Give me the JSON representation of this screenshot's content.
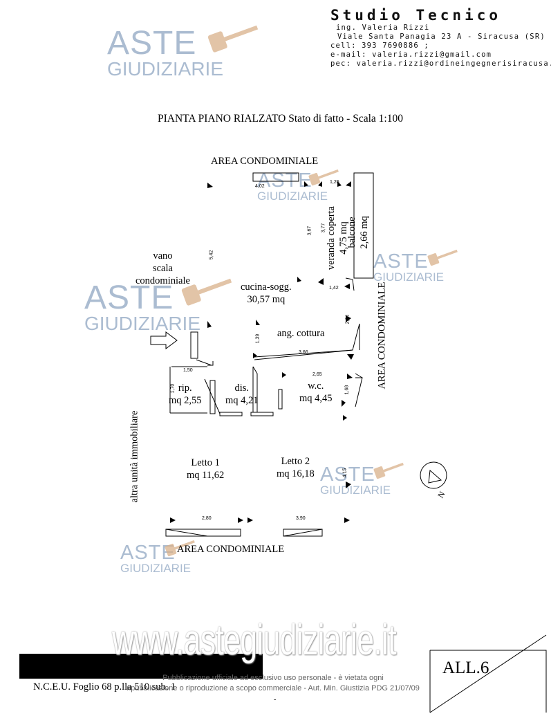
{
  "header": {
    "studio_title": "Studio Tecnico",
    "engineer": "ing. Valeria Rizzi",
    "address": "Viale Santa Panagia 23 A - Siracusa (SR)",
    "cell": "cell: 393 7690886 ;",
    "email": "e-mail: valeria.rizzi@gmail.com",
    "pec": "pec: valeria.rizzi@ordineingegnerisiracusa.it"
  },
  "watermark": {
    "line1": "ASTE",
    "line2": "GIUDIZIARIE",
    "site": "www.astegiudiziarie.it",
    "notice_line1": "Pubblicazione ufficiale ad esclusivo uso personale - è vietata ogni",
    "notice_line2": "ripubblicazione o riproduzione a scopo commerciale - Aut. Min. Giustizia PDG 21/07/09"
  },
  "plan": {
    "title": "PIANTA PIANO RIALZATO Stato di fatto - Scala 1:100",
    "area_top": "AREA CONDOMINIALE",
    "area_right": "AREA CONDOMINIALE",
    "area_bottom": "AREA CONDOMINIALE",
    "other_unit": "altra unità immobiliare",
    "stair": [
      "vano",
      "scala",
      "condominiale"
    ],
    "kitchen": [
      "cucina-sogg.",
      "30,57 mq"
    ],
    "veranda": [
      "veranda coperta",
      "4,75 mq"
    ],
    "balcony": [
      "balcone",
      "2,66 mq"
    ],
    "cooking": "ang. cottura",
    "storage": [
      "rip.",
      "mq 2,55"
    ],
    "hall": [
      "dis.",
      "mq 4,21"
    ],
    "wc": [
      "w.c.",
      "mq 4,45"
    ],
    "bed1": [
      "Letto 1",
      "mq 11,62"
    ],
    "bed2": [
      "Letto 2",
      "mq 16,18"
    ],
    "north": "N",
    "dims": {
      "d402": "4,02",
      "d126": "1,26",
      "d542": "5,42",
      "d367": "3,67",
      "d377": "3,77",
      "d142": "1,42",
      "d284": "2,84",
      "d139": "1,39",
      "d366": "3,66",
      "d150": "1,50",
      "d170": "1,70",
      "d265": "2,65",
      "d168": "1,68",
      "d415": "4,15",
      "d280": "2,80",
      "d390": "3,90"
    }
  },
  "footer": {
    "cadastre": "N.C.E.U. Foglio 68 p.lla 510 sub. 1",
    "attachment": "ALL.6",
    "bottom_mark": "-"
  }
}
